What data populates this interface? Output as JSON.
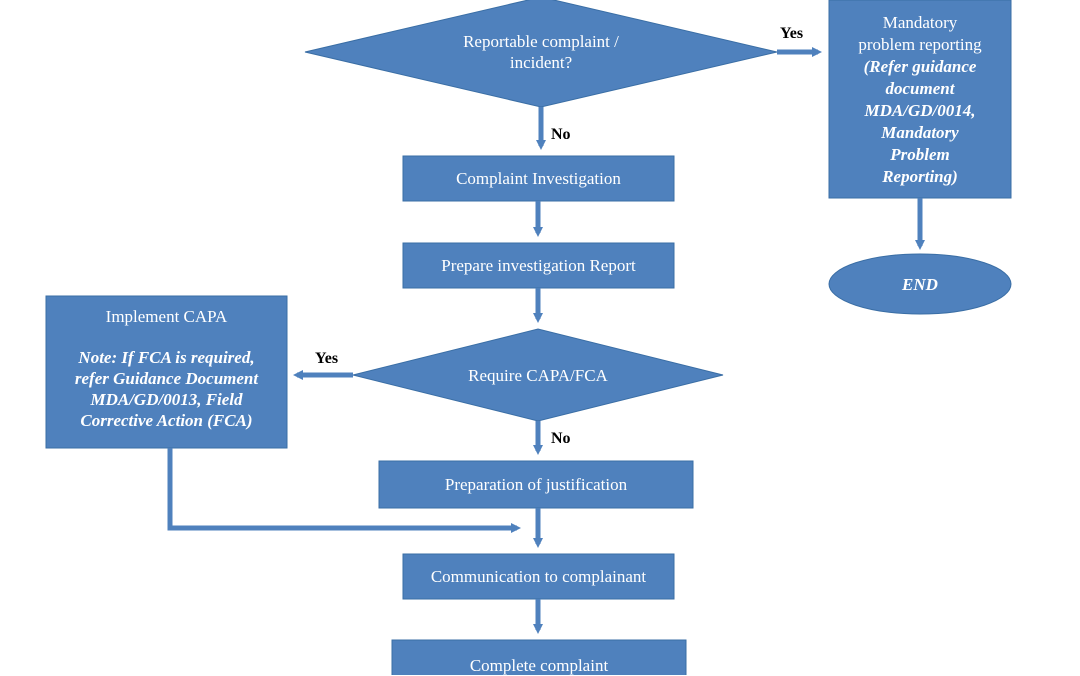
{
  "colors": {
    "node_fill": "#4f81bd",
    "node_stroke": "#3a6ea5",
    "arrow": "#4f81bd",
    "label_text": "#000000",
    "node_text": "#ffffff"
  },
  "nodes": {
    "reportable": {
      "line1": "Reportable complaint /",
      "line2": "incident?"
    },
    "mandatory": {
      "title_line1": "Mandatory",
      "title_line2": "problem reporting",
      "note_line1": "(Refer guidance",
      "note_line2": "document",
      "note_line3": "MDA/GD/0014,",
      "note_line4": "Mandatory",
      "note_line5": "Problem",
      "note_line6": "Reporting)"
    },
    "end": "END",
    "investigation": "Complaint Investigation",
    "report": "Prepare investigation Report",
    "capa_decision": "Require CAPA/FCA",
    "implement_capa": {
      "title": "Implement CAPA",
      "note_line1": "Note: If FCA is required,",
      "note_line2": "refer Guidance Document",
      "note_line3": "MDA/GD/0013, Field",
      "note_line4": "Corrective Action (FCA)"
    },
    "justification": "Preparation of justification",
    "communication": "Communication to complainant",
    "complete": "Complete complaint"
  },
  "edge_labels": {
    "yes_top": "Yes",
    "no_top": "No",
    "yes_capa": "Yes",
    "no_capa": "No"
  }
}
